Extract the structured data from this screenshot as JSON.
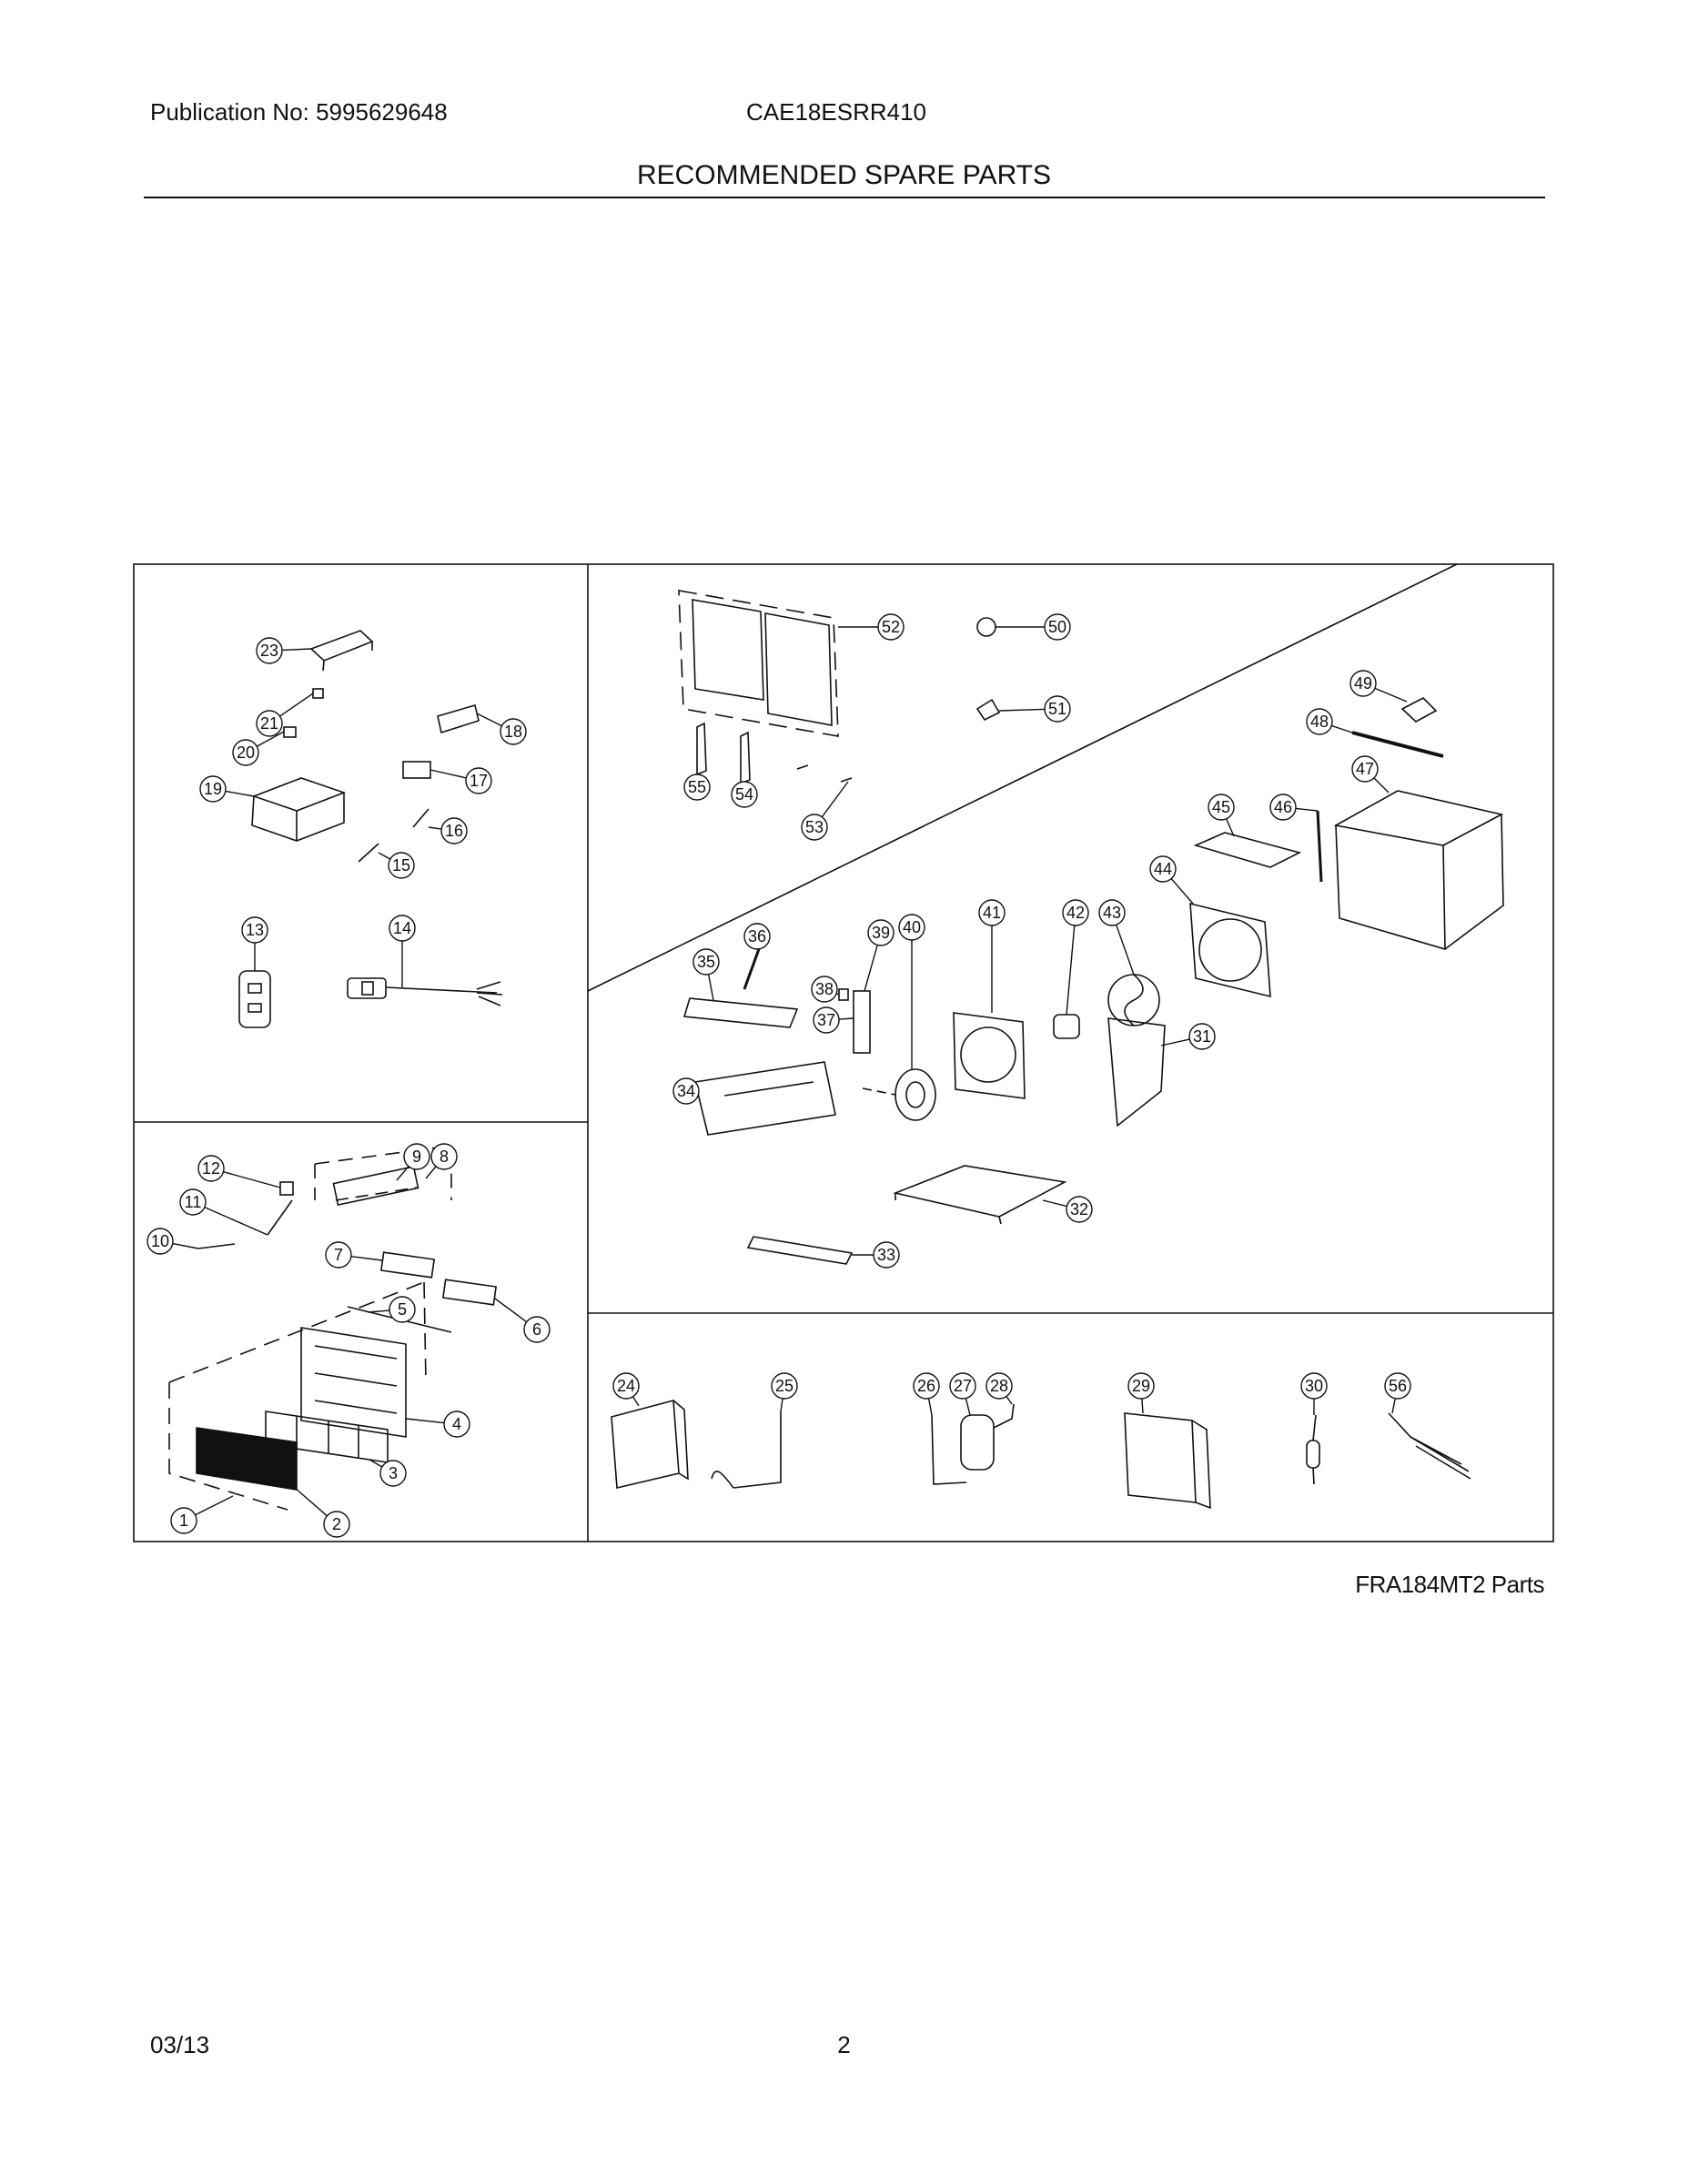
{
  "header": {
    "publication": "Publication No: 5995629648",
    "model": "CAE18ESRR410",
    "title": "RECOMMENDED SPARE PARTS"
  },
  "diagram": {
    "caption": "FRA184MT2 Parts",
    "callouts": [
      "1",
      "2",
      "3",
      "4",
      "5",
      "6",
      "7",
      "8",
      "9",
      "10",
      "11",
      "12",
      "13",
      "14",
      "15",
      "16",
      "17",
      "18",
      "19",
      "20",
      "21",
      "23",
      "24",
      "25",
      "26",
      "27",
      "28",
      "29",
      "30",
      "31",
      "32",
      "33",
      "34",
      "35",
      "36",
      "37",
      "38",
      "39",
      "40",
      "41",
      "42",
      "43",
      "44",
      "45",
      "46",
      "47",
      "48",
      "49",
      "50",
      "51",
      "52",
      "53",
      "54",
      "55",
      "56"
    ]
  },
  "footer": {
    "date": "03/13",
    "page": "2"
  }
}
